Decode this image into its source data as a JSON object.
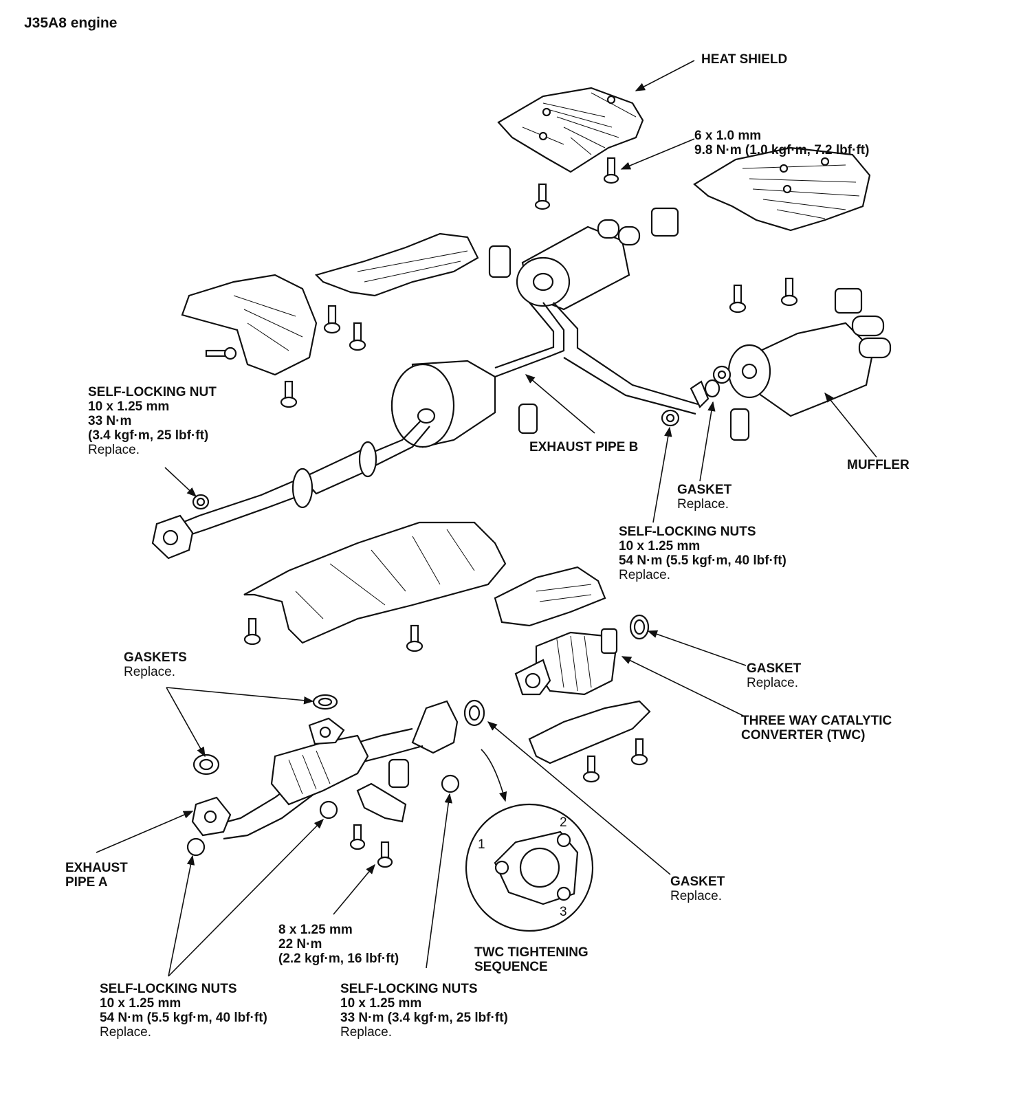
{
  "title": "J35A8 engine",
  "labels": {
    "heat_shield": {
      "name": "HEAT SHIELD"
    },
    "heat_shield_bolt": {
      "spec": "6 x 1.0 mm",
      "torque": "9.8 N·m (1.0 kgf·m, 7.2 lbf·ft)"
    },
    "self_locking_nut": {
      "name": "SELF-LOCKING NUT",
      "size": "10 x 1.25 mm",
      "torque": "33 N·m",
      "torque_alt": "(3.4 kgf·m, 25 lbf·ft)",
      "note": "Replace."
    },
    "exhaust_pipe_b": {
      "name": "EXHAUST PIPE B"
    },
    "muffler": {
      "name": "MUFFLER"
    },
    "gasket_muffler": {
      "name": "GASKET",
      "note": "Replace."
    },
    "self_locking_nuts_mid": {
      "name": "SELF-LOCKING NUTS",
      "size": "10 x 1.25 mm",
      "torque": "54 N·m (5.5 kgf·m, 40 lbf·ft)",
      "note": "Replace."
    },
    "gaskets_front": {
      "name": "GASKETS",
      "note": "Replace."
    },
    "gasket_twc_rear": {
      "name": "GASKET",
      "note": "Replace."
    },
    "twc": {
      "name_line1": "THREE WAY CATALYTIC",
      "name_line2": "CONVERTER (TWC)"
    },
    "exhaust_pipe_a": {
      "name_line1": "EXHAUST",
      "name_line2": "PIPE A"
    },
    "gasket_twc_front": {
      "name": "GASKET",
      "note": "Replace."
    },
    "bolt_8": {
      "size": "8 x 1.25 mm",
      "torque": "22 N·m",
      "torque_alt": "(2.2 kgf·m, 16 lbf·ft)"
    },
    "twc_sequence": {
      "line1": "TWC TIGHTENING",
      "line2": "SEQUENCE",
      "steps": [
        "1",
        "2",
        "3"
      ]
    },
    "nuts_front_left": {
      "name": "SELF-LOCKING NUTS",
      "size": "10 x 1.25 mm",
      "torque": "54 N·m (5.5 kgf·m, 40 lbf·ft)",
      "note": "Replace."
    },
    "nuts_front_right": {
      "name": "SELF-LOCKING NUTS",
      "size": "10 x 1.25 mm",
      "torque": "33 N·m (3.4 kgf·m, 25 lbf·ft)",
      "note": "Replace."
    }
  }
}
